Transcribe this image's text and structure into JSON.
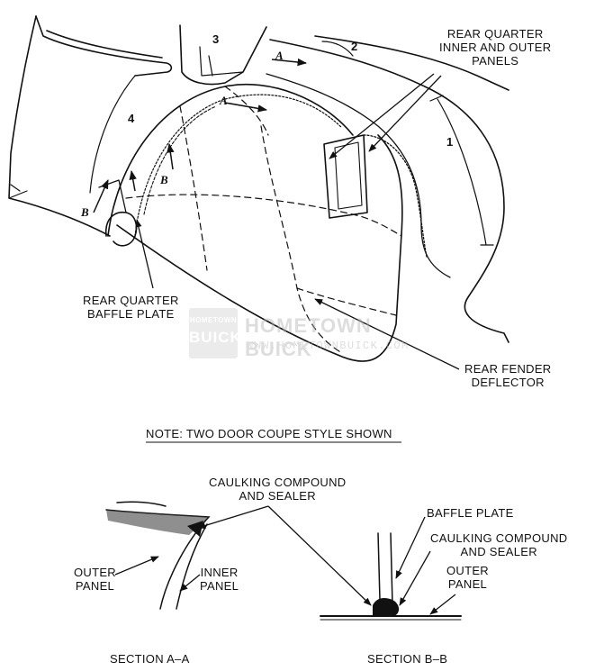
{
  "labels": {
    "rear_quarter_panels": "REAR QUARTER\nINNER AND OUTER\nPANELS",
    "baffle_plate_main": "REAR QUARTER\nBAFFLE PLATE",
    "rear_fender_deflector": "REAR FENDER\nDEFLECTOR",
    "note": "NOTE:  TWO DOOR COUPE STYLE SHOWN",
    "caulking_top": "CAULKING COMPOUND\nAND SEALER",
    "outer_panel_a": "OUTER\nPANEL",
    "inner_panel_a": "INNER\nPANEL",
    "baffle_plate_b": "BAFFLE PLATE",
    "caulking_b": "CAULKING COMPOUND\nAND SEALER",
    "outer_panel_b": "OUTER\nPANEL",
    "section_a": "SECTION A–A",
    "section_b": "SECTION B–B"
  },
  "callout_numbers": {
    "n1": "1",
    "n2": "2",
    "n3": "3",
    "n4": "4"
  },
  "section_arrows": {
    "a1": "A",
    "a2": "A",
    "b1": "B",
    "b2": "B",
    "b3": "B"
  },
  "watermark": {
    "logo_top": "HOMETOWN",
    "logo_bottom": "BUICK",
    "title": "HOMETOWN BUICK",
    "url": "WWW.HOMETOWNBUICK.COM"
  }
}
